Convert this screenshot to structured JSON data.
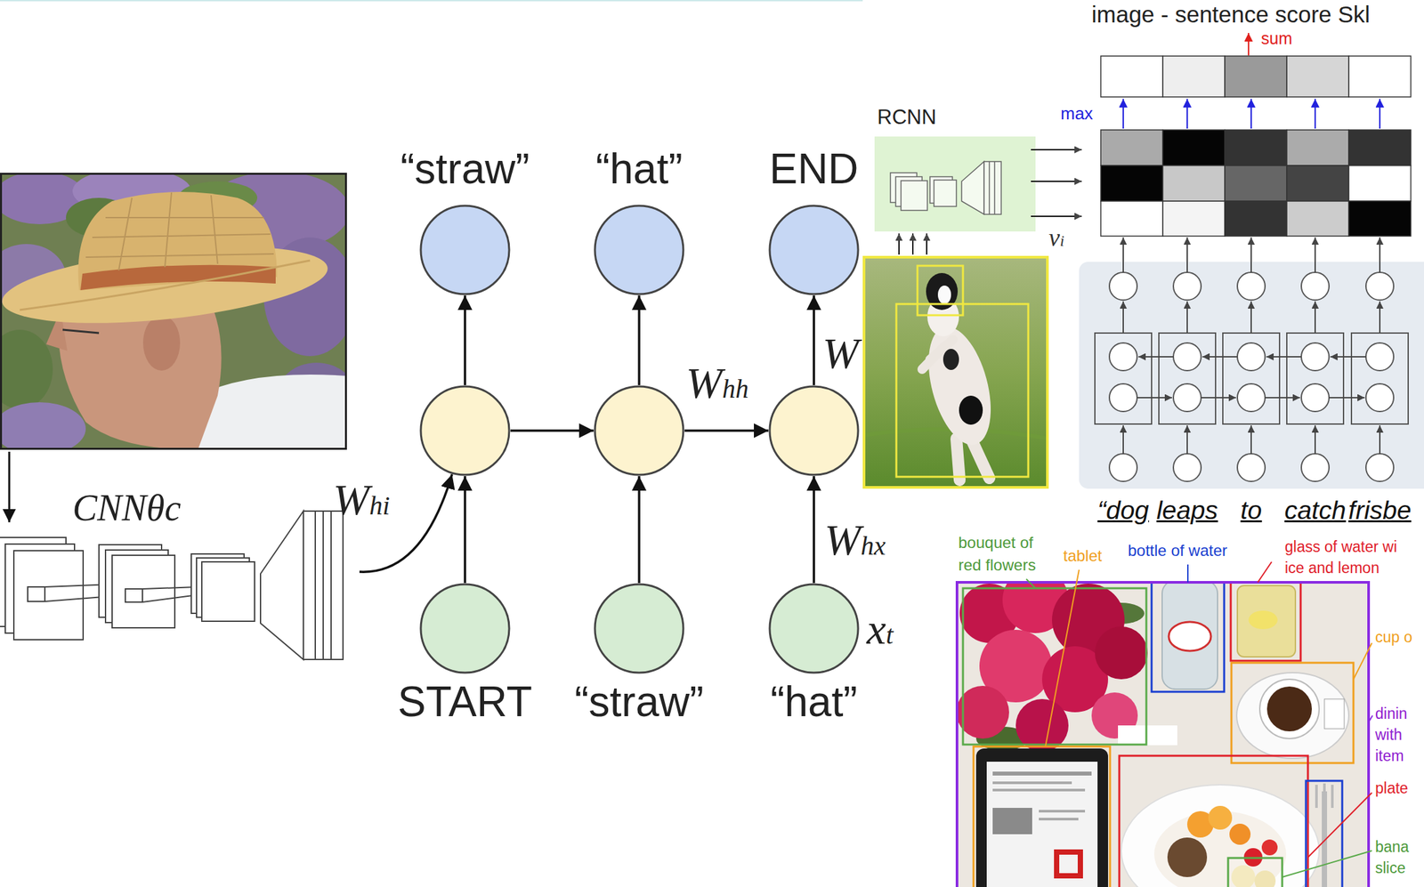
{
  "diagram": {
    "nodes": [
      {
        "text": [
          "“straw”"
        ]
      },
      {
        "text": [
          "“hat”"
        ]
      },
      {
        "text": [
          "END"
        ]
      },
      {
        "text": []
      },
      {
        "text": []
      },
      {
        "text": []
      },
      {
        "text": [
          "START"
        ]
      },
      {
        "text": [
          "“straw”"
        ]
      },
      {
        "text": [
          "“hat”"
        ]
      },
      {
        "text": [
          "CNNθc"
        ]
      }
    ],
    "edges": [
      {
        "from": 9,
        "to": 3,
        "label": "Whi",
        "arrow": "to"
      },
      {
        "from": 3,
        "to": 4,
        "arrow": "to"
      },
      {
        "from": 4,
        "to": 5,
        "label": "Whh",
        "arrow": "to"
      },
      {
        "from": 6,
        "to": 3,
        "arrow": "to"
      },
      {
        "from": 7,
        "to": 4,
        "arrow": "to"
      },
      {
        "from": 8,
        "to": 5,
        "label": "Whx",
        "arrow": "to"
      },
      {
        "from": 3,
        "to": 0,
        "arrow": "to"
      },
      {
        "from": 4,
        "to": 1,
        "arrow": "to"
      },
      {
        "from": 5,
        "to": 2,
        "label": "W",
        "arrow": "to"
      }
    ],
    "labels": [
      "xt",
      "image - sentence score Skl",
      "sum",
      "max",
      "RCNN",
      "vi",
      "“dog",
      "leaps",
      "to",
      "catch",
      "frisbe",
      "bouquet of red flowers",
      "tablet",
      "bottle of water",
      "glass of water wi ice and lemon",
      "cup o",
      "dinin with item",
      "plate",
      "bana slice"
    ]
  }
}
